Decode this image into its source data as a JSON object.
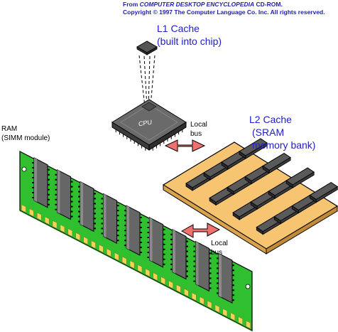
{
  "credit": {
    "prefix": "From",
    "book": "COMPUTER DESKTOP ENCYCLOPEDIA",
    "suffix": "CD-ROM.",
    "copyright": "Copyright © 1997 The Computer Language Co. Inc.  All rights reserved."
  },
  "l1": {
    "title": "L1  Cache",
    "subtitle": "(built into chip)"
  },
  "cpu": {
    "label": "CPU"
  },
  "l2": {
    "title": "L2  Cache",
    "line2": "(SRAM",
    "line3": "memory bank)"
  },
  "bus_upper": {
    "line1": "Local",
    "line2": "bus"
  },
  "bus_lower": {
    "line1": "Local",
    "line2": "bus"
  },
  "ram": {
    "title": "RAM",
    "subtitle": "(SIMM module)"
  },
  "colors": {
    "label_blue": "#2020c8",
    "credit_blue": "#1f1fa8",
    "arrow_red": "#f07070",
    "board_tan": "#f7c472",
    "simm_green": "#2fbf2f",
    "chip_gray": "#606060"
  }
}
